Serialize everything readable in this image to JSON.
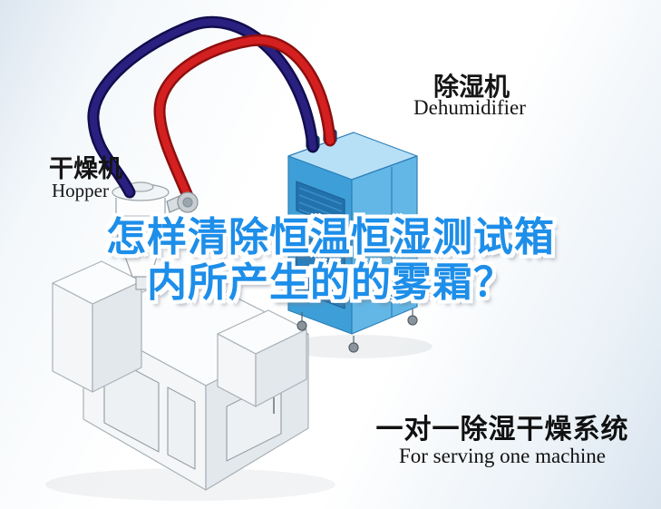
{
  "labels": {
    "dehumidifier_cn": "除湿机",
    "dehumidifier_en": "Dehumidifier",
    "hopper_cn": "干燥机",
    "hopper_en": "Hopper"
  },
  "headline": {
    "line1": "怎样清除恒温恒湿测试箱",
    "line2": "内所产生的的雾霜？"
  },
  "footer": {
    "title_cn": "一对一除湿干燥系统",
    "subtitle_en": "For serving one machine"
  },
  "colors": {
    "headline_blue": "#1d8ee9",
    "pipe_red": "#c9201d",
    "pipe_navy": "#1d1566",
    "dehumidifier_blue": "#3e9fd8"
  }
}
